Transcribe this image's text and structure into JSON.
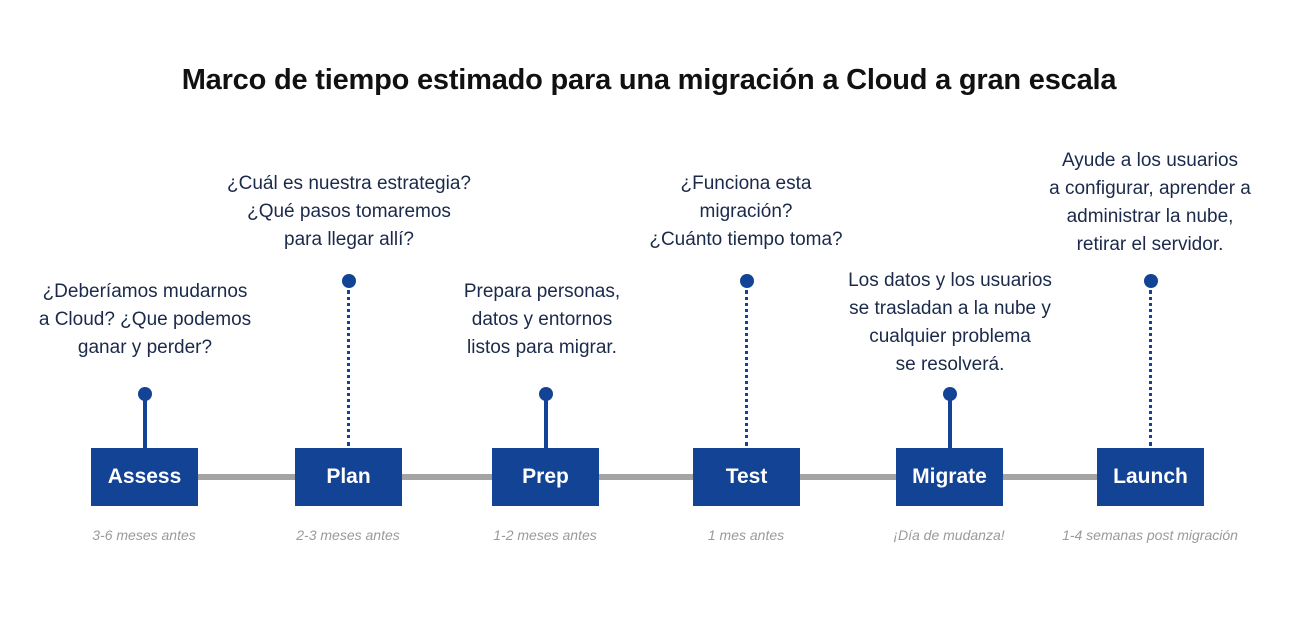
{
  "title": "Marco de tiempo estimado para una migración a Cloud a gran escala",
  "colors": {
    "box": "#134395",
    "track": "#a4a4a4",
    "time_text": "#9a9a9a"
  },
  "stages": [
    {
      "label": "Assess",
      "time": "3-6 meses antes",
      "lines": [
        "¿Deberíamos mudarnos",
        "a Cloud? ¿Que podemos",
        "ganar y perder?"
      ]
    },
    {
      "label": "Plan",
      "time": "2-3 meses antes",
      "lines": [
        "¿Cuál es nuestra estrategia?",
        "¿Qué pasos tomaremos",
        "para llegar allí?"
      ]
    },
    {
      "label": "Prep",
      "time": "1-2 meses antes",
      "lines": [
        "Prepara personas,",
        "datos y entornos",
        "listos para migrar."
      ]
    },
    {
      "label": "Test",
      "time": "1 mes antes",
      "lines": [
        "¿Funciona esta",
        "migración?",
        "¿Cuánto tiempo toma?"
      ]
    },
    {
      "label": "Migrate",
      "time": "¡Día de mudanza!",
      "lines": [
        "Los datos y los usuarios",
        "se trasladan a la nube y",
        "cualquier problema",
        "se resolverá."
      ]
    },
    {
      "label": "Launch",
      "time": "1-4 semanas post migración",
      "lines": [
        "Ayude a los usuarios",
        "a configurar, aprender a",
        "administrar la nube,",
        "retirar el servidor."
      ]
    }
  ]
}
